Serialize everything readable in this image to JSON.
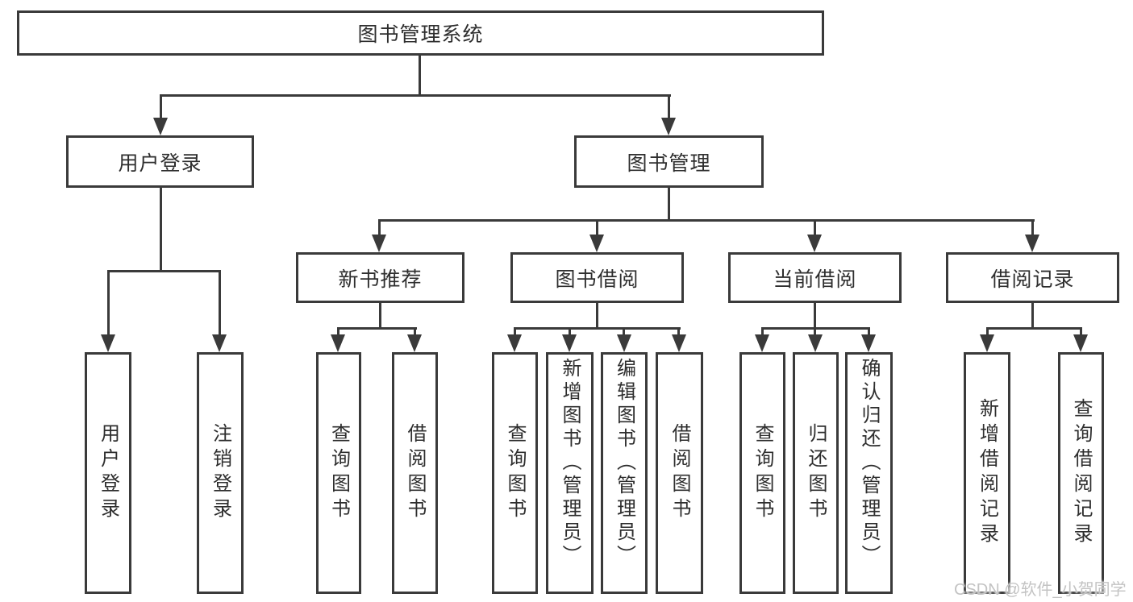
{
  "diagram": {
    "type": "hierarchy-tree",
    "colors": {
      "line": "#3a3a3a",
      "text": "#2e2e2e",
      "background": "#ffffff",
      "watermark": "#c3c3c3"
    },
    "nodes": {
      "root": {
        "label": "图书管理系统"
      },
      "level2": [
        {
          "label": "用户登录"
        },
        {
          "label": "图书管理"
        }
      ],
      "level3": [
        {
          "label": "新书推荐"
        },
        {
          "label": "图书借阅"
        },
        {
          "label": "当前借阅"
        },
        {
          "label": "借阅记录"
        }
      ],
      "leaves": {
        "login": [
          {
            "label": "用户登录"
          },
          {
            "label": "注销登录"
          }
        ],
        "recommend": [
          {
            "label": "查询图书"
          },
          {
            "label": "借阅图书"
          }
        ],
        "borrow": [
          {
            "label": "查询图书"
          },
          {
            "label": "新增图书（管理员）"
          },
          {
            "label": "编辑图书（管理员）"
          },
          {
            "label": "借阅图书"
          }
        ],
        "current": [
          {
            "label": "查询图书"
          },
          {
            "label": "归还图书"
          },
          {
            "label": "确认归还（管理员）"
          }
        ],
        "records": [
          {
            "label": "新增借阅记录"
          },
          {
            "label": "查询借阅记录"
          }
        ]
      }
    },
    "watermark": {
      "text": "CSDN @软件_小贺同学"
    }
  }
}
